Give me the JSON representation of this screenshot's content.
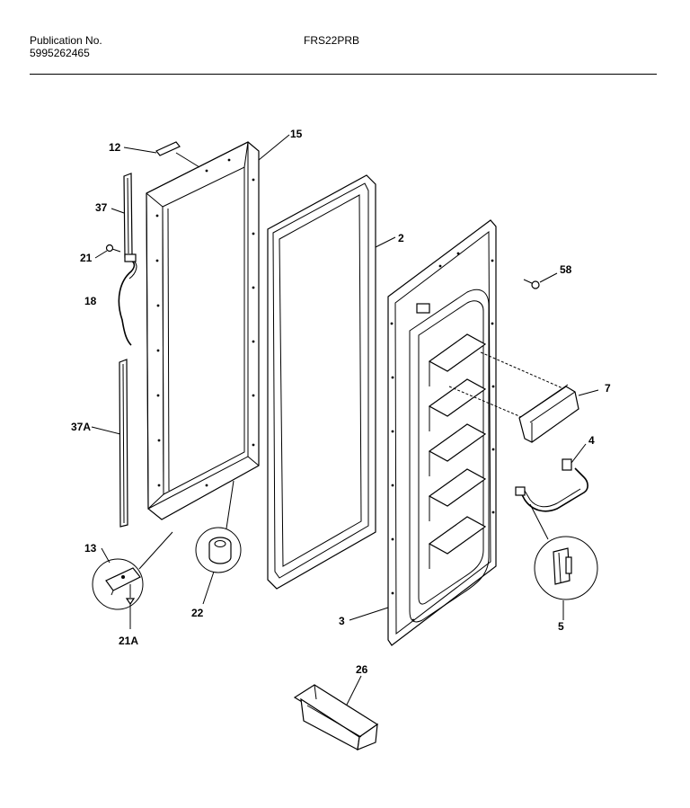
{
  "header": {
    "publication_label": "Publication No.",
    "publication_number": "5995262465",
    "model": "FRS22PRB"
  },
  "callouts": {
    "c12": "12",
    "c15": "15",
    "c37": "37",
    "c21": "21",
    "c18": "18",
    "c37a": "37A",
    "c13": "13",
    "c21a": "21A",
    "c22": "22",
    "c2": "2",
    "c3": "3",
    "c58": "58",
    "c7": "7",
    "c4": "4",
    "c5": "5",
    "c26": "26"
  }
}
